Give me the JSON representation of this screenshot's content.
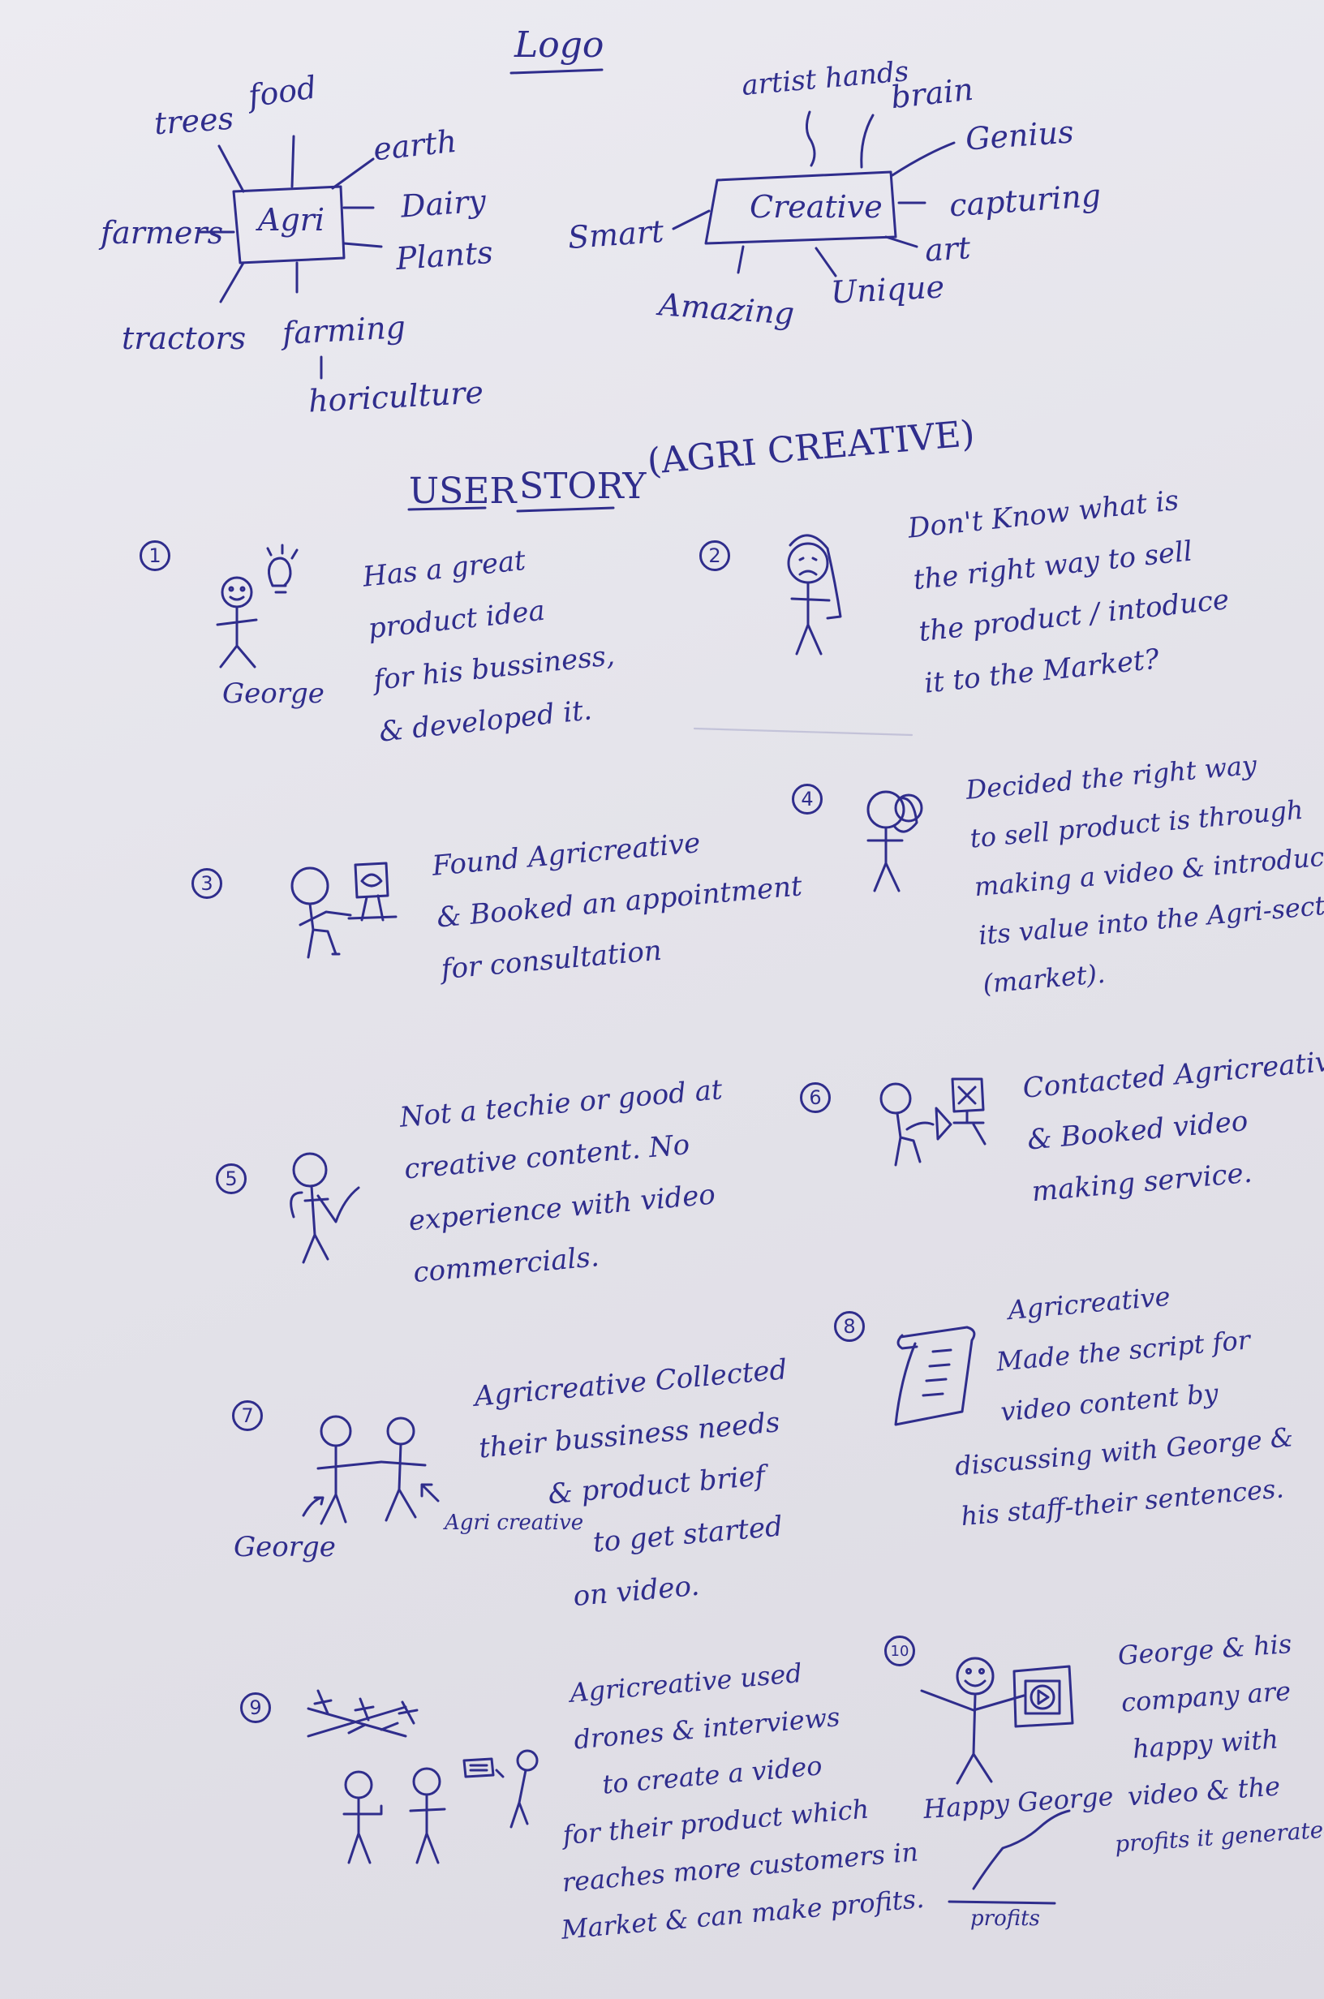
{
  "logo": {
    "title": "Logo",
    "agri": {
      "center": "Agri",
      "words": [
        "trees",
        "food",
        "earth",
        "Dairy",
        "Plants",
        "farmers",
        "tractors",
        "farming",
        "horiculture"
      ]
    },
    "creative": {
      "center": "Creative",
      "words": [
        "artist hands",
        "brain",
        "Genius",
        "capturing",
        "art",
        "Smart",
        "Amazing",
        "Unique"
      ]
    }
  },
  "story": {
    "heading_part1": "USER",
    "heading_part2": "STORY",
    "heading_part3": "(AGRI CREATIVE)",
    "panels": [
      {
        "number": "1",
        "figure_label": "George",
        "lines": [
          "Has a great",
          "product idea",
          "for his bussiness,",
          "& developed it."
        ]
      },
      {
        "number": "2",
        "lines": [
          "Don't Know what is",
          "the right way to sell",
          "the product / intoduce",
          "it to the Market?"
        ]
      },
      {
        "number": "3",
        "lines": [
          "Found Agricreative",
          "& Booked an appointment",
          "for consultation"
        ]
      },
      {
        "number": "4",
        "lines": [
          "Decided the right way",
          "to sell product is through",
          "making a video & introduce",
          "its value into the Agri-sector",
          "(market)."
        ]
      },
      {
        "number": "5",
        "lines": [
          "Not a techie or good at",
          "creative content. No",
          "experience with video",
          "commercials."
        ]
      },
      {
        "number": "6",
        "lines": [
          "Contacted Agricreative",
          "& Booked video",
          "making service."
        ]
      },
      {
        "number": "7",
        "figure_label": "George",
        "figure_label_2": "Agri creative",
        "lines": [
          "Agricreative Collected",
          "their bussiness needs",
          "& product brief",
          "to get started",
          "on video."
        ]
      },
      {
        "number": "8",
        "lines": [
          "Agricreative",
          "Made the script for",
          "video content by",
          "discussing with George &",
          "his staff-their sentences."
        ]
      },
      {
        "number": "9",
        "lines": [
          "Agricreative used",
          "drones & interviews",
          "to create a video",
          "for their product which",
          "reaches more customers in",
          "Market & can make profits."
        ]
      },
      {
        "number": "10",
        "figure_label": "Happy George",
        "graph_label": "profits",
        "lines": [
          "George & his",
          "company are",
          "happy with",
          "video & the",
          "profits it generated"
        ]
      }
    ]
  }
}
